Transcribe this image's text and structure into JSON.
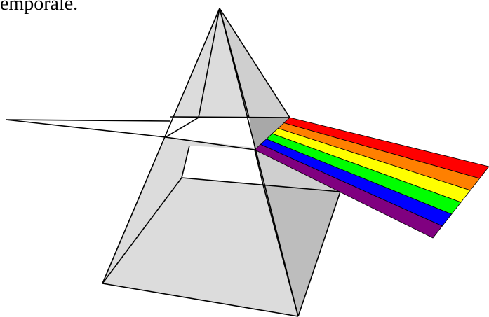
{
  "caption": {
    "text": "emporale."
  },
  "colors": {
    "prism_face_light": "#dcdcdc",
    "prism_face_dark": "#c0c0c0",
    "prism_edge": "#000000",
    "spectrum": [
      "#ff0000",
      "#ff8000",
      "#ffff00",
      "#00ff00",
      "#0000ff",
      "#800080"
    ]
  },
  "spectrum_bands": [
    "red",
    "orange",
    "yellow",
    "green",
    "blue",
    "violet"
  ]
}
